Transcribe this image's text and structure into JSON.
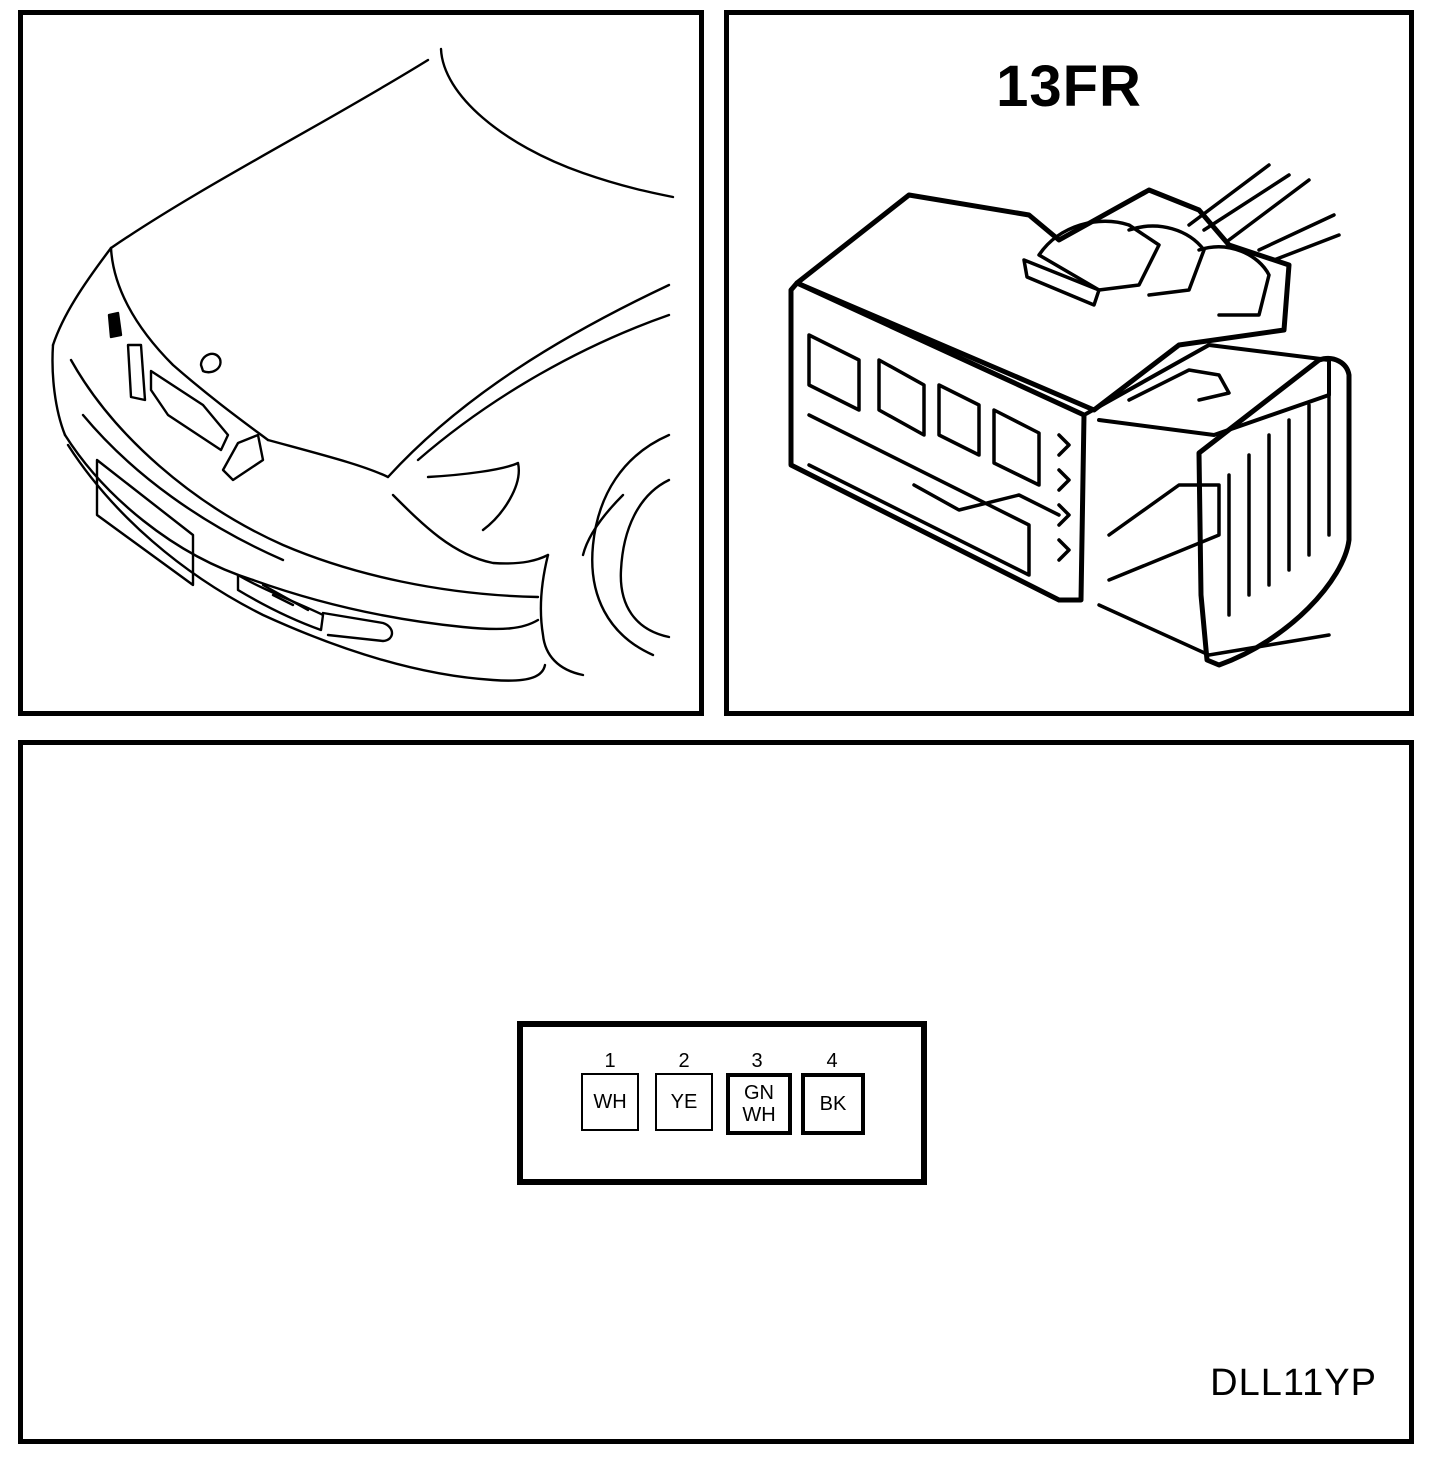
{
  "connector": {
    "id": "13FR",
    "pins": [
      {
        "number": "1",
        "color_lines": [
          "WH"
        ],
        "highlight": false
      },
      {
        "number": "2",
        "color_lines": [
          "YE"
        ],
        "highlight": false
      },
      {
        "number": "3",
        "color_lines": [
          "GN",
          "WH"
        ],
        "highlight": true
      },
      {
        "number": "4",
        "color_lines": [
          "BK"
        ],
        "highlight": true
      }
    ]
  },
  "reference_code": "DLL11YP",
  "colors": {
    "ink": "#000000",
    "paper": "#ffffff"
  }
}
